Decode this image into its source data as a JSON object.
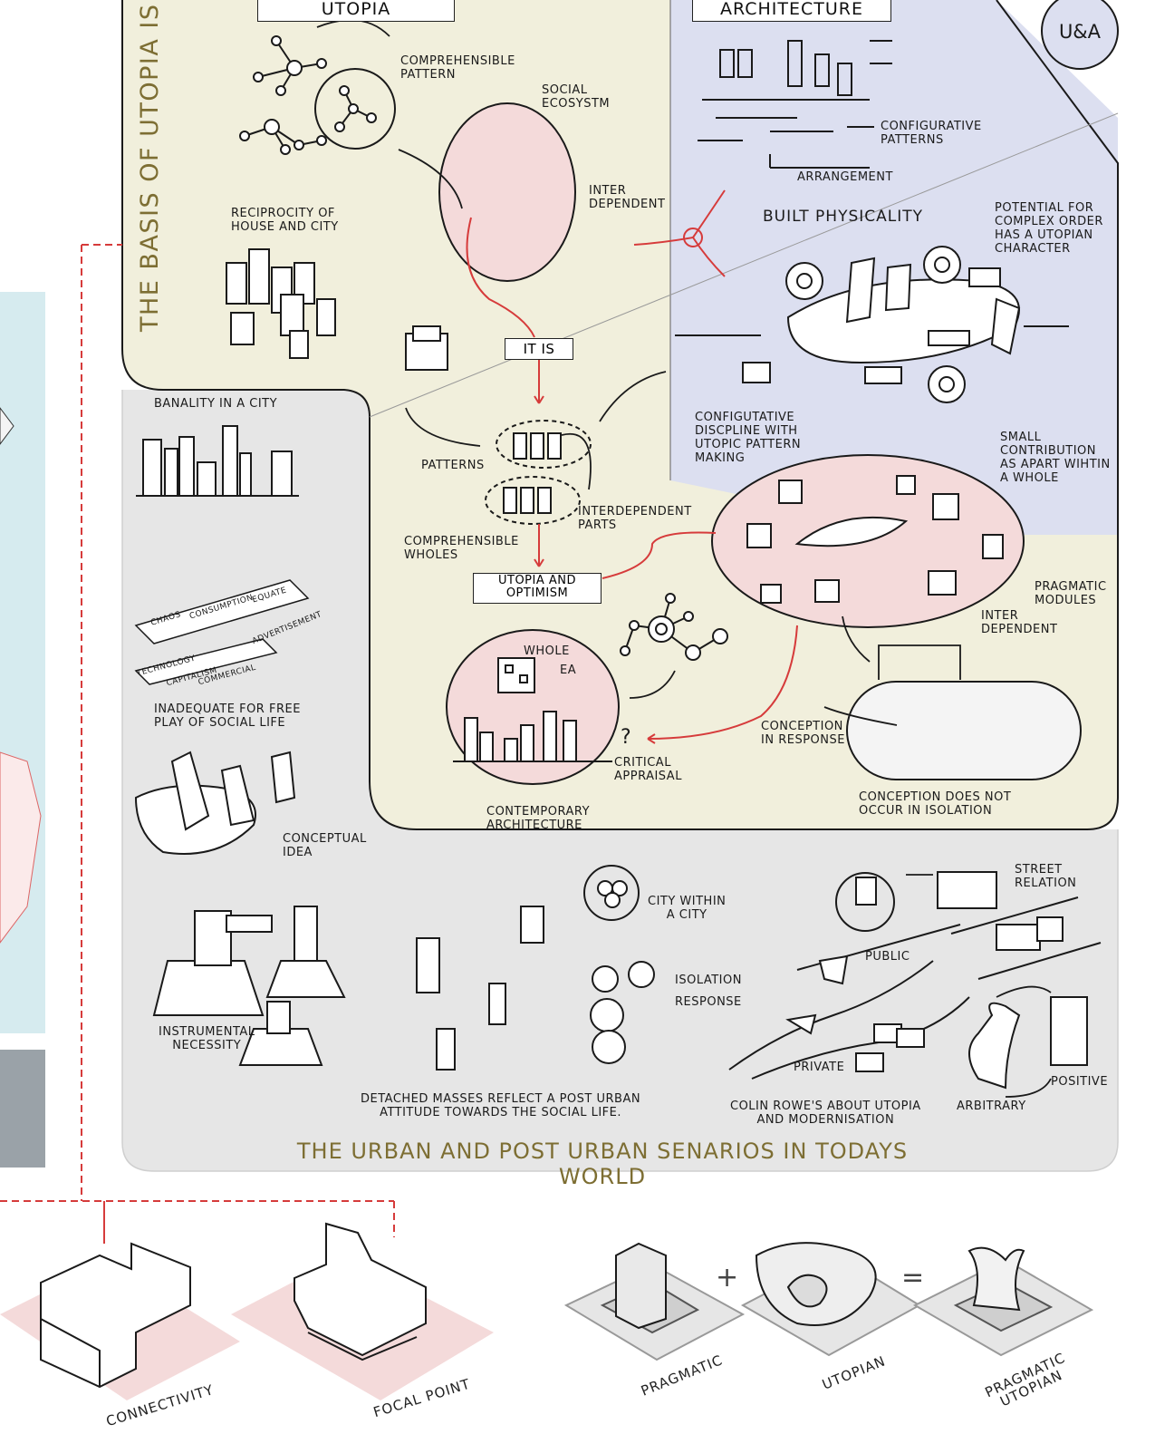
{
  "headers": {
    "utopia": "UTOPIA",
    "architecture": "ARCHITECTURE",
    "badge": "U&A"
  },
  "vertical_title": "THE BASIS OF UTOPIA IS\nSOCIAL INCLUSION",
  "bottom_title": "THE URBAN AND POST URBAN SENARIOS IN TODAYS WORLD",
  "labels": {
    "comprehensible_pattern": "COMPREHENSIBLE\nPATTERN",
    "social_ecosystem": "SOCIAL\nECOSYSTM",
    "inter_dependent_top": "INTER\nDEPENDENT",
    "reciprocity": "RECIPROCITY OF\nHOUSE AND CITY",
    "configurative_patterns": "CONFIGURATIVE\nPATTERNS",
    "arrangement": "ARRANGEMENT",
    "built_physicality": "BUILT PHYSICALITY",
    "potential": "POTENTIAL FOR\nCOMPLEX ORDER\nHAS A UTOPIAN\nCHARACTER",
    "it_is": "IT  IS",
    "configutative": "CONFIGUTATIVE\nDISCPLINE WITH\nUTOPIC PATTERN\nMAKING",
    "small_contribution": "SMALL\nCONTRIBUTION\nAS APART WIHTIN\nA WHOLE",
    "banality": "BANALITY IN A CITY",
    "patterns": "PATTERNS",
    "interdependent_parts": "INTERDEPENDENT\nPARTS",
    "comprehensible_wholes": "COMPREHENSIBLE\nWHOLES",
    "utopia_optimism": "UTOPIA AND\nOPTIMISM",
    "pragmatic_modules": "PRAGMATIC\nMODULES",
    "inter_dependent_mid": "INTER\nDEPENDENT",
    "inadequate": "INADEQUATE FOR FREE\nPLAY OF SOCIAL LIFE",
    "whole": "WHOLE",
    "ea": "EA",
    "question": "?",
    "critical_appraisal": "CRITICAL\nAPPRAISAL",
    "conception_response": "CONCEPTION\nIN RESPONSE",
    "contemporary": "CONTEMPORARY\nARCHITECTURE",
    "conception_isolation": "CONCEPTION DOES NOT\nOCCUR IN ISOLATION",
    "conceptual_idea": "CONCEPTUAL\nIDEA",
    "street_relation": "STREET\nRELATION",
    "city_within": "CITY WITHIN\nA CITY",
    "public": "PUBLIC",
    "isolation": "ISOLATION",
    "response": "RESPONSE",
    "instrumental": "INSTRUMENTAL\nNECESSITY",
    "private": "PRIVATE",
    "positive": "POSITIVE",
    "detached": "DETACHED MASSES REFLECT A POST URBAN\nATTITUDE TOWARDS THE SOCIAL LIFE.",
    "colin_rowe": "COLIN ROWE'S ABOUT UTOPIA\nAND MODERNISATION",
    "arbitrary": "ARBITRARY"
  },
  "tags": [
    "CHAOS",
    "CONSUMPTION",
    "EQUATE",
    "ADVERTISEMENT",
    "TECHNOLOGY",
    "CAPITALISM",
    "COMMERCIAL"
  ],
  "bottom_row": {
    "connectivity": "CONNECTIVITY",
    "focal_point": "FOCAL POINT",
    "pragmatic": "PRAGMATIC",
    "plus": "+",
    "utopian": "UTOPIAN",
    "equals": "=",
    "pragmatic_utopian": "PRAGMATIC\nUTOPIAN"
  },
  "colors": {
    "cream": "#f1efdc",
    "lavender": "#dcdff0",
    "gray": "#e5e5e5",
    "pink": "#f4dada",
    "red": "#d63b3b",
    "olive": "#7d6e33",
    "ink": "#1a1a1a"
  }
}
